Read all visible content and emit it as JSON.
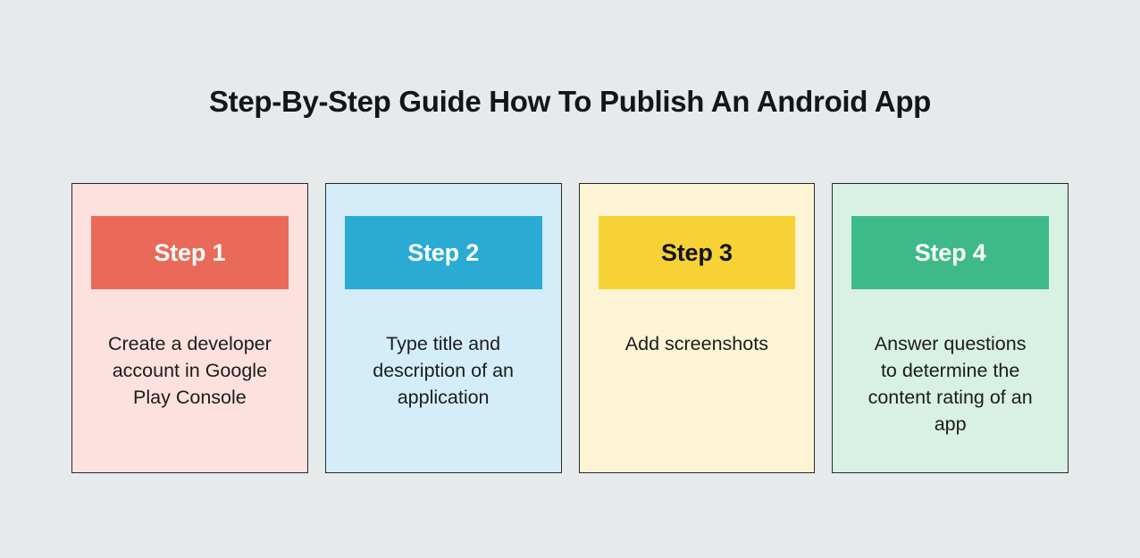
{
  "page": {
    "background": "#e7eaeb",
    "title": "Step-By-Step Guide How To Publish An Android App",
    "title_color": "#131619",
    "card_border_color": "#232a2e"
  },
  "cards": [
    {
      "step_label": "Step 1",
      "description": "Create a developer account in Google Play Console",
      "card_bg": "#fde1de",
      "header_bg": "#e96a59",
      "header_text_color": "#ffffff"
    },
    {
      "step_label": "Step 2",
      "description": "Type title and description of an application",
      "card_bg": "#d5edf8",
      "header_bg": "#29abd3",
      "header_text_color": "#ffffff"
    },
    {
      "step_label": "Step 3",
      "description": "Add screenshots",
      "card_bg": "#fdf4d6",
      "header_bg": "#f7d234",
      "header_text_color": "#131313"
    },
    {
      "step_label": "Step 4",
      "description": "Answer questions to determine the content rating of an app",
      "card_bg": "#d9f0e4",
      "header_bg": "#3dba88",
      "header_text_color": "#ffffff"
    }
  ]
}
